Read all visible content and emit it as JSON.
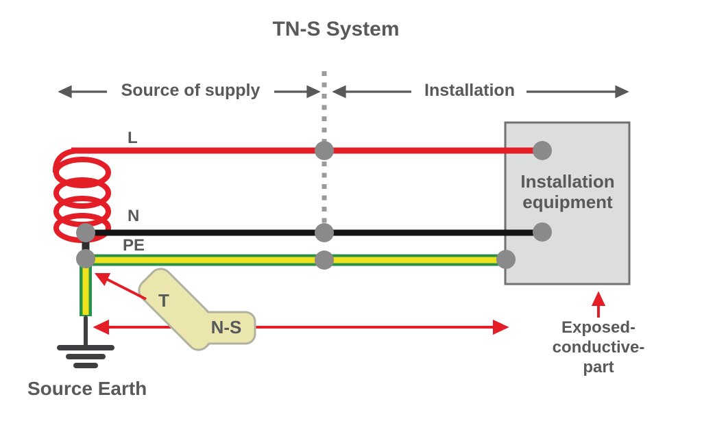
{
  "title": "TN-S System",
  "sections": {
    "left_label": "Source of supply",
    "right_label": "Installation"
  },
  "conductors": {
    "line_label": "L",
    "neutral_label": "N",
    "pe_label": "PE"
  },
  "equipment_box": {
    "label_lines": [
      "Installation",
      "equipment"
    ]
  },
  "system_tags": {
    "t_label": "T",
    "ns_label": "N-S"
  },
  "earth_label": "Source Earth",
  "exposed_part": {
    "lines": [
      "Exposed-",
      "conductive-",
      "part"
    ]
  },
  "colors": {
    "line_red": "#e31e26",
    "neutral_black": "#141414",
    "pe_green": "#2a9148",
    "pe_yellow": "#efe21c",
    "node_gray": "#8a8a8a",
    "box_fill": "#dcdddd",
    "box_border": "#6f7072",
    "text_gray": "#58595b",
    "divider_gray": "#9b9b9b",
    "tag_fill": "#eae6ae",
    "tag_border": "#b2b1a0",
    "earth_dark": "#3f3f41"
  }
}
